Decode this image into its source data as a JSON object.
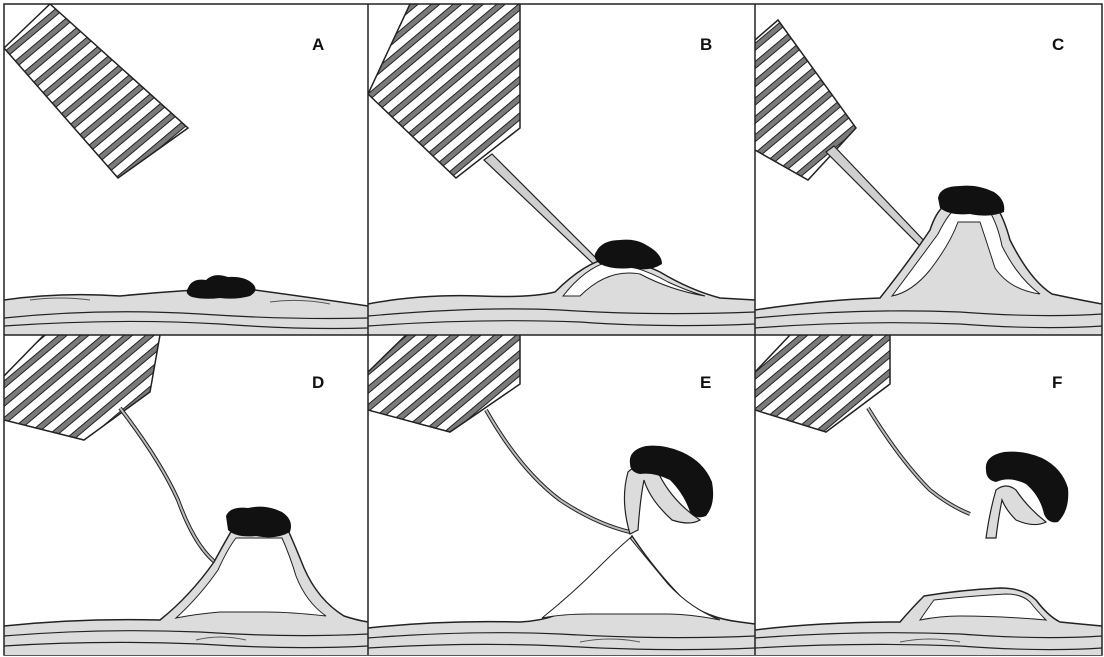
{
  "figure": {
    "panels": [
      {
        "id": "A",
        "label": "A"
      },
      {
        "id": "B",
        "label": "B"
      },
      {
        "id": "C",
        "label": "C"
      },
      {
        "id": "D",
        "label": "D"
      },
      {
        "id": "E",
        "label": "E"
      },
      {
        "id": "F",
        "label": "F"
      }
    ]
  },
  "colors": {
    "tissue_fill": "#dcdcdc",
    "lesion": "#111111",
    "outline": "#222222",
    "background": "#ffffff"
  }
}
